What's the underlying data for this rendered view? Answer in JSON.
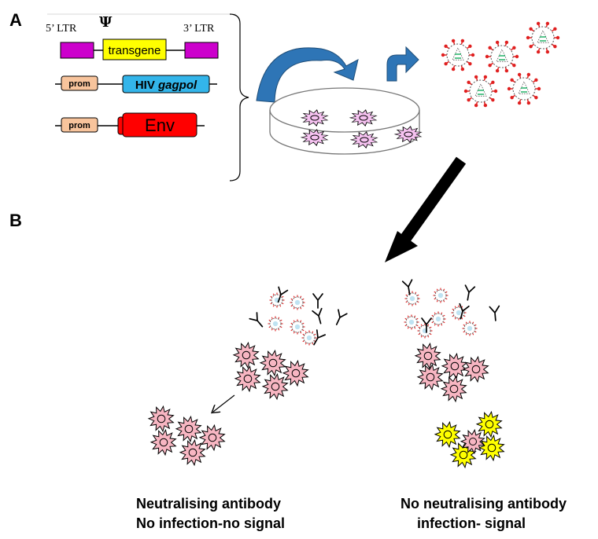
{
  "panels": {
    "a": "A",
    "b": "B"
  },
  "construct": {
    "ltr5": "5’ LTR",
    "psi": "Ψ",
    "ltr3": "3’ LTR",
    "transgene": "transgene",
    "prom1": "prom",
    "hiv_prefix": "HIV ",
    "gagpol": "gagpol",
    "prom2": "prom",
    "env": "Env"
  },
  "captions": {
    "left_line1": "Neutralising antibody",
    "left_line2": "No infection-no signal",
    "right_line1": "No neutralising antibody",
    "right_line2": "infection- signal"
  },
  "colors": {
    "ltr": "#cc00cc",
    "transgene": "#ffff00",
    "prom": "#f8c49c",
    "hiv": "#33b5ea",
    "env": "#ff0000",
    "arrow_blue": "#2e75b6",
    "cell_pink": "#f7b6c2",
    "culture_cell": "#f5c2f0",
    "infected_yellow": "#ffff00",
    "virus_spike": "#e02020"
  }
}
